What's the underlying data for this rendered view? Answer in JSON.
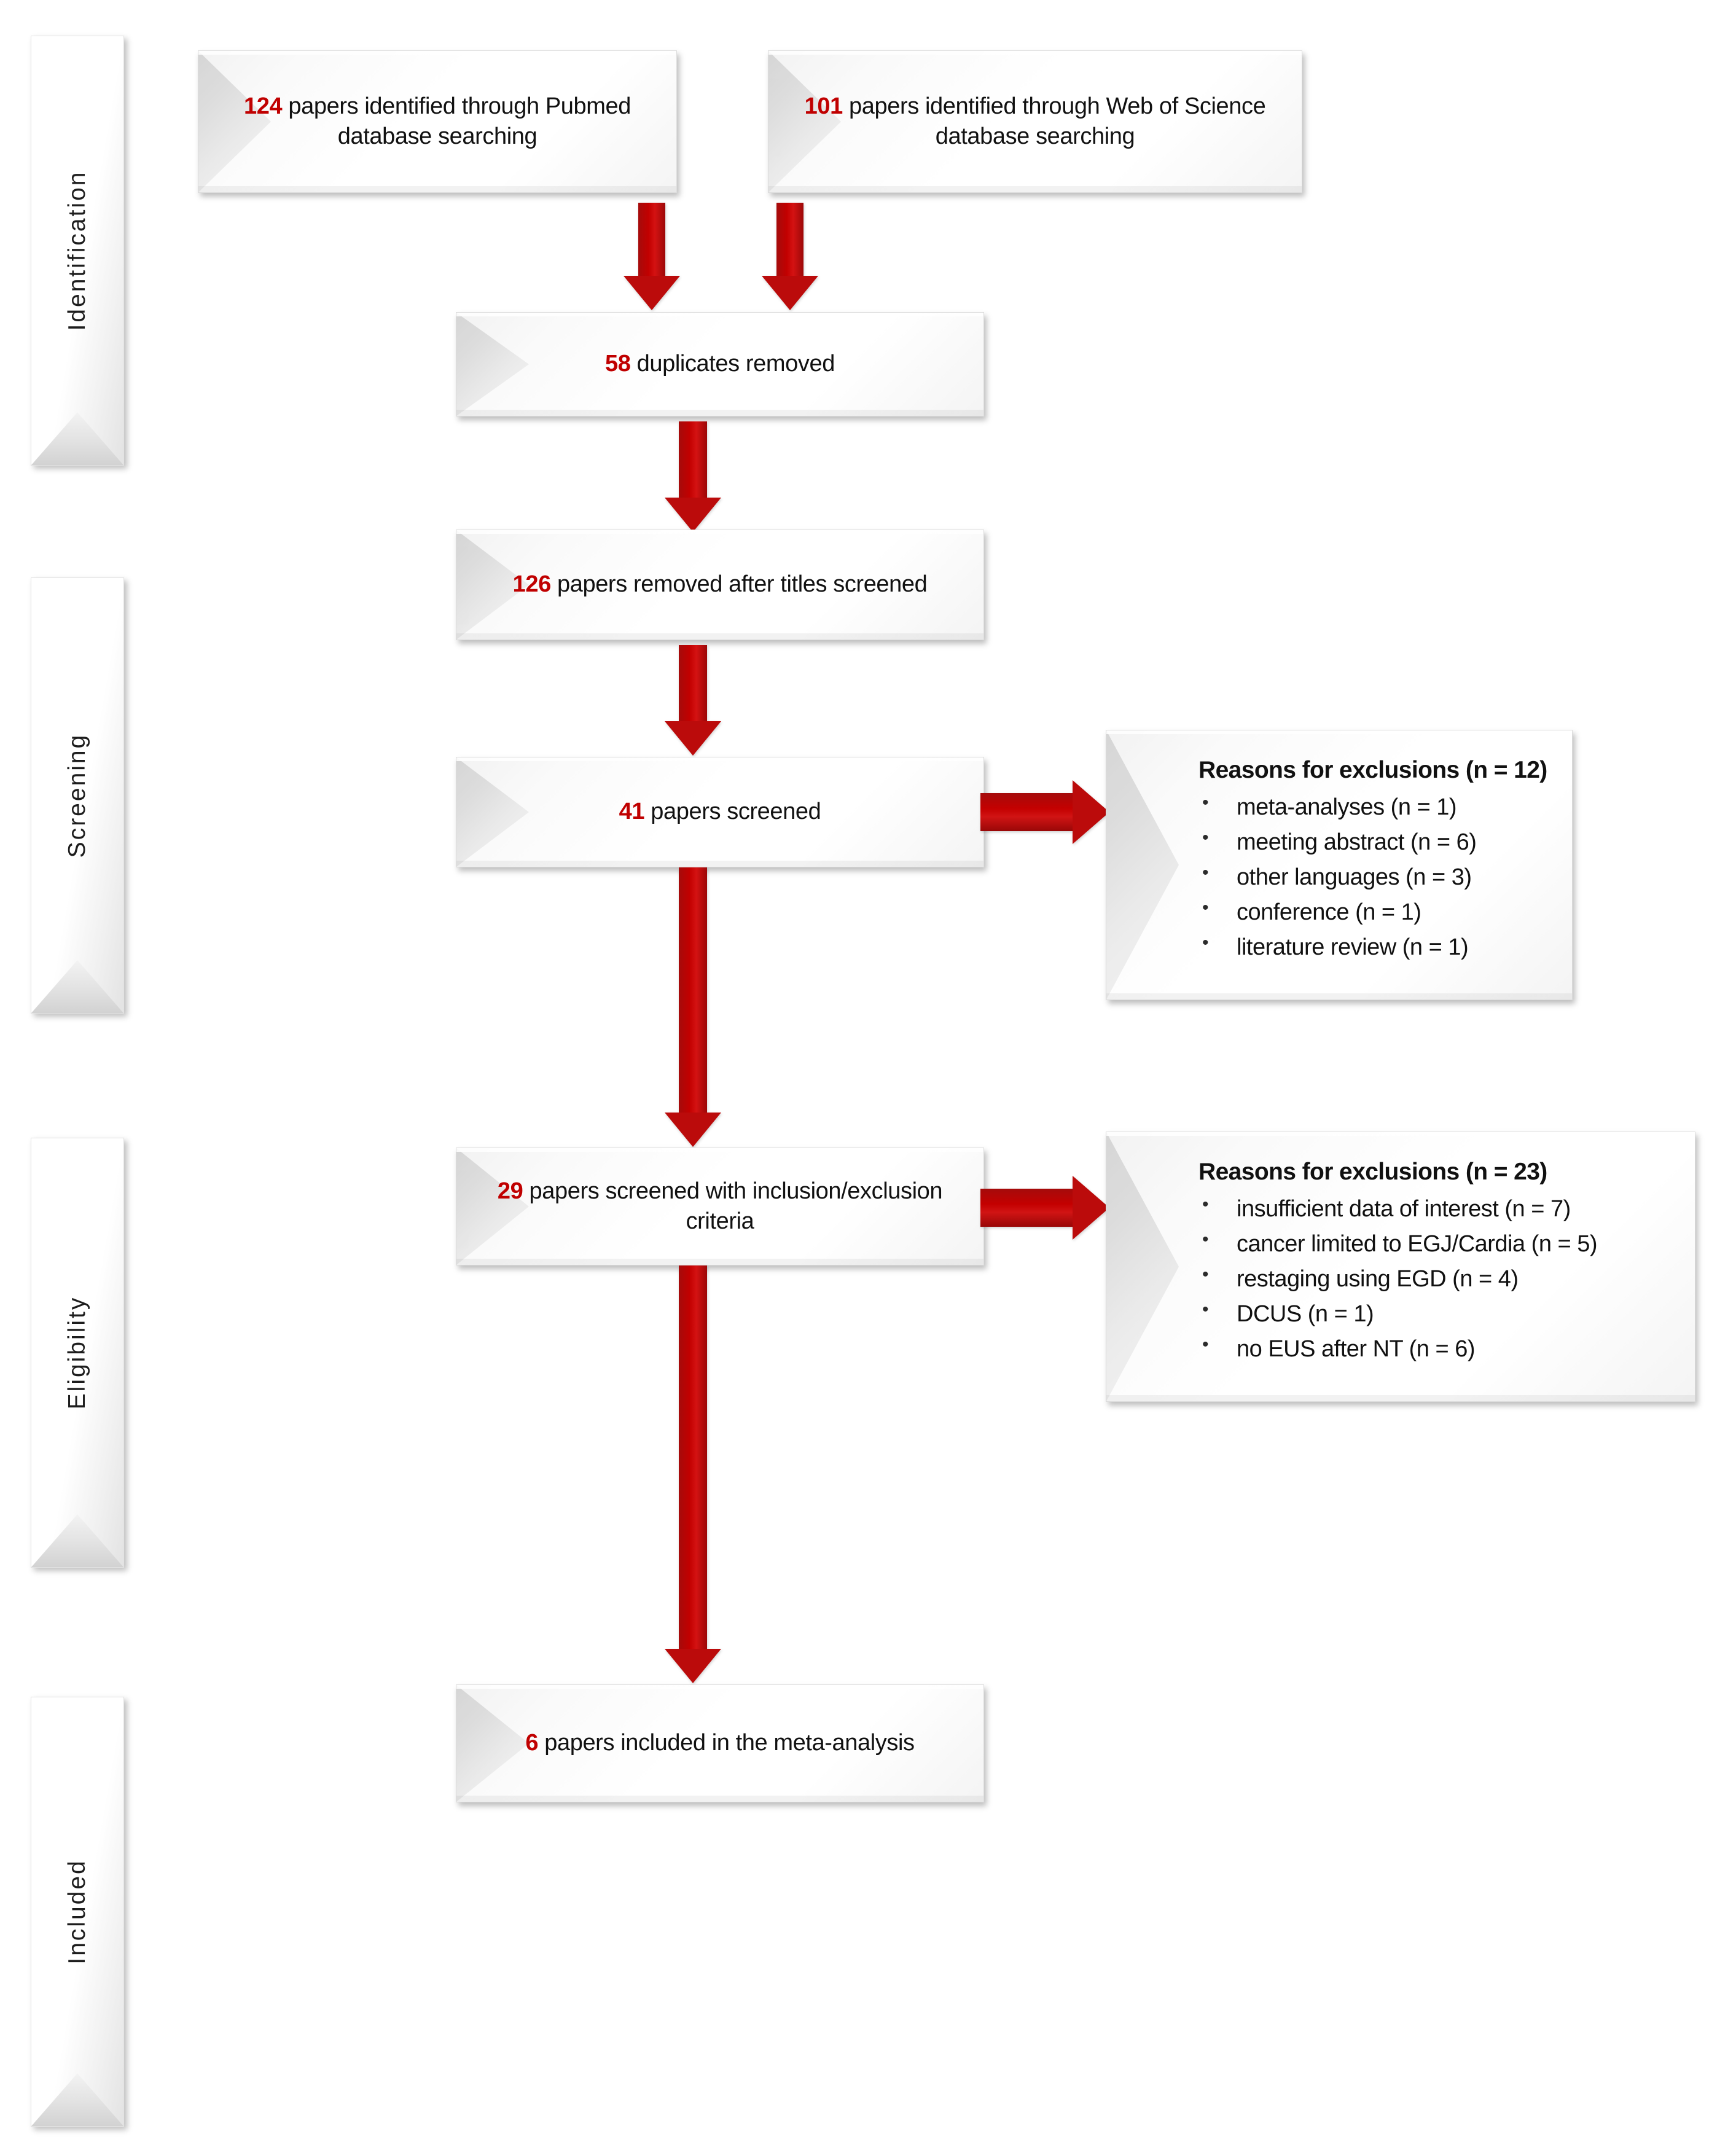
{
  "diagram": {
    "type": "prisma-flow-diagram",
    "accent_color": "#c00000",
    "box_fill": "#ffffff",
    "stages": [
      {
        "id": "identification",
        "label": "Identification"
      },
      {
        "id": "screening",
        "label": "Screening"
      },
      {
        "id": "eligibility",
        "label": "Eligibility"
      },
      {
        "id": "included",
        "label": "Included"
      }
    ],
    "nodes": {
      "pubmed": {
        "count": "124",
        "text": "papers identified through Pubmed database searching"
      },
      "wos": {
        "count": "101",
        "text": "papers identified through Web of Science database searching"
      },
      "duplicates": {
        "count": "58",
        "text": "duplicates removed"
      },
      "titles_removed": {
        "count": "126",
        "text": "papers removed after titles screened"
      },
      "screened": {
        "count": "41",
        "text": "papers screened"
      },
      "criteria_screened": {
        "count": "29",
        "text": "papers screened with inclusion/exclusion criteria"
      },
      "included": {
        "count": "6",
        "text": "papers included in the meta-analysis"
      }
    },
    "exclusions_1": {
      "title": "Reasons for exclusions (n = 12)",
      "items": [
        "meta-analyses (n = 1)",
        "meeting abstract (n = 6)",
        "other languages (n = 3)",
        "conference (n = 1)",
        "literature review (n = 1)"
      ]
    },
    "exclusions_2": {
      "title": "Reasons for exclusions (n = 23)",
      "items": [
        "insufficient data of interest (n = 7)",
        "cancer limited to EGJ/Cardia (n = 5)",
        "restaging using EGD (n = 4)",
        "DCUS (n = 1)",
        "no EUS after NT (n = 6)"
      ]
    }
  }
}
